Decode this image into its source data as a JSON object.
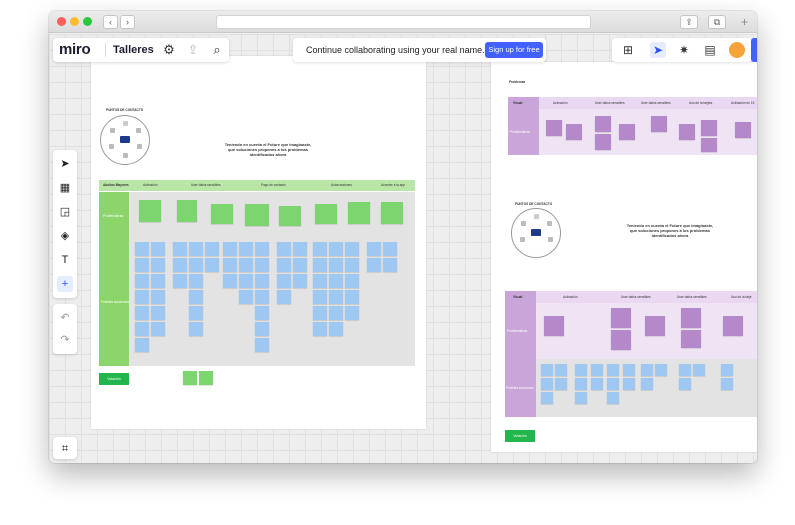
{
  "app": {
    "logo": "miro",
    "board_name": "Talleres"
  },
  "browser": {
    "back_glyph": "‹",
    "forward_glyph": "›",
    "new_tab_glyph": "+",
    "share_glyph": "⇪",
    "tabs_glyph": "⧉"
  },
  "banner": {
    "text": "Continue collaborating using your real name.",
    "signup_label": "Sign up for free"
  },
  "toolbar_icons": {
    "settings": "⚙",
    "export": "⇪",
    "search": "⌕",
    "apps": "⊞",
    "cursor": "➤",
    "party": "✷",
    "comments": "▤"
  },
  "left_tools": {
    "select": "➤",
    "templates": "▦",
    "sticky": "◲",
    "shapes": "◈",
    "text": "T",
    "add": "+",
    "undo": "↶",
    "redo": "↷",
    "frame": "⌗"
  },
  "board1": {
    "contact_title": "PUNTOS DE CONTACTO",
    "center_text": "Teniendo en cuenta el Future que imaginaste, qué soluciones propones a los problemas identificados ahora",
    "stage_header": "Adultos Mayores",
    "columns": [
      "Activación",
      "User datos sensibles",
      "Pago de contacto",
      "Autorizaciones",
      "Acceder a la app"
    ],
    "row_labels": [
      "Problemáticas",
      "Posibles soluciones"
    ],
    "button_label": "Votación"
  },
  "board2": {
    "title": "Problemas",
    "contact_title": "PUNTOS DE CONTACTO",
    "center_text": "Teniendo en cuenta el Future que imaginaste, qué soluciones propones a los problemas identificados ahora",
    "header_cell": "Visual",
    "columns": [
      "Activación",
      "User datos sensibles",
      "User datos sensibles",
      "Uso de la tarjeta",
      "Activación en 15"
    ],
    "columns2": [
      "Activación",
      "User datos sensibles",
      "User datos sensibles",
      "Uso de la tarje"
    ],
    "row_labels": [
      "Problemáticas",
      "Posibles soluciones"
    ],
    "button_label": "Votación"
  },
  "colors": {
    "green_header": "#b9e6a7",
    "green_row": "#8cd56b",
    "green_note": "#7dd56f",
    "blue_note": "#9ec8f2",
    "purple_row": "#c9a5d9",
    "purple_note": "#b488c9",
    "grey_row": "#e3e3e3",
    "accent": "#4262ff"
  }
}
